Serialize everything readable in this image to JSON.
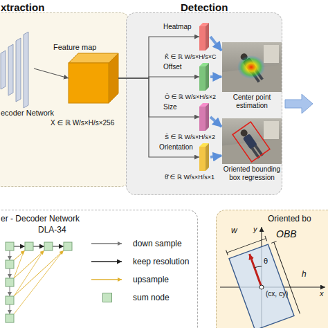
{
  "diagram": {
    "nodes": [
      {
        "text": [
          "xtraction"
        ]
      },
      {
        "text": [
          "Detection"
        ]
      },
      {
        "text": [
          "ecoder Network"
        ],
        "in": 0
      },
      {
        "text": [
          "Feature map",
          "X ∈ ℝ W/s×H/s×256"
        ],
        "in": 0
      },
      {
        "text": [
          "Heatmap",
          "K̂ ∈ ℝ W/s×H/s×C"
        ],
        "in": 1
      },
      {
        "text": [
          "Offset",
          "Ô ∈ ℝ W/s×H/s×2"
        ],
        "in": 1
      },
      {
        "text": [
          "Size",
          "Ŝ ∈ ℝ W/s×H/s×2"
        ],
        "in": 1
      },
      {
        "text": [
          "Orientation",
          "θ̂ ∈ ℝ W/s×H/s×1"
        ],
        "in": 1
      },
      {
        "text": [
          "Center point estimation"
        ],
        "in": 1
      },
      {
        "text": [
          "Oriented bounding box regression"
        ],
        "in": 1
      },
      {
        "text": [
          "er - Decoder Network",
          "DLA-34"
        ]
      },
      {
        "text": [
          "Oriented bo",
          "OBB"
        ]
      }
    ],
    "edges": [
      {
        "from": 2,
        "to": 3,
        "arrow": "to"
      },
      {
        "from": 3,
        "to": 4,
        "arrow": "to"
      },
      {
        "from": 3,
        "to": 5,
        "arrow": "to"
      },
      {
        "from": 3,
        "to": 6,
        "arrow": "to"
      },
      {
        "from": 3,
        "to": 7,
        "arrow": "to"
      },
      {
        "from": 4,
        "to": 8,
        "arrow": "to"
      },
      {
        "from": 5,
        "to": 8,
        "arrow": "to"
      },
      {
        "from": 6,
        "to": 9,
        "arrow": "to"
      },
      {
        "from": 7,
        "to": 9,
        "arrow": "to"
      }
    ],
    "labels": [
      "w",
      "h",
      "x",
      "y",
      "θ",
      "(cx, cy)"
    ],
    "legend": [
      {
        "text": "down sample"
      },
      {
        "text": "keep resolution"
      },
      {
        "text": "upsample"
      },
      {
        "text": "sum node",
        "color": "#c6e5c3"
      }
    ]
  }
}
